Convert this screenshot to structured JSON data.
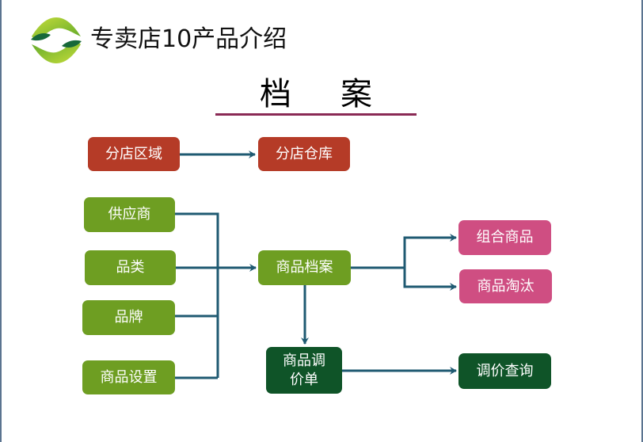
{
  "header": {
    "logo_icon": "leaf-diamond-logo-icon",
    "title": "专卖店10产品介绍"
  },
  "section": {
    "title_left": "档",
    "title_right": "案"
  },
  "colors": {
    "red": "#b53b27",
    "green": "#6e9e22",
    "pink": "#cf4e82",
    "dark_green": "#0f5428",
    "connector": "#1f5a72",
    "title_rule": "#8a2a55"
  },
  "nodes": {
    "branch_region": "分店区域",
    "branch_warehouse": "分店仓库",
    "supplier": "供应商",
    "category": "品类",
    "brand": "品牌",
    "product_settings": "商品设置",
    "product_archive": "商品档案",
    "combo_product": "组合商品",
    "product_elimination": "商品淘汰",
    "price_adjustment": "商品调价单",
    "price_adjustment_line1": "商品调",
    "price_adjustment_line2": "价单",
    "price_query": "调价查询"
  },
  "edges": [
    [
      "分店区域",
      "分店仓库"
    ],
    [
      "供应商",
      "商品档案"
    ],
    [
      "品类",
      "商品档案"
    ],
    [
      "品牌",
      "商品档案"
    ],
    [
      "商品设置",
      "商品档案"
    ],
    [
      "商品档案",
      "组合商品"
    ],
    [
      "商品档案",
      "商品淘汰"
    ],
    [
      "商品档案",
      "商品调价单"
    ],
    [
      "商品调价单",
      "调价查询"
    ]
  ]
}
